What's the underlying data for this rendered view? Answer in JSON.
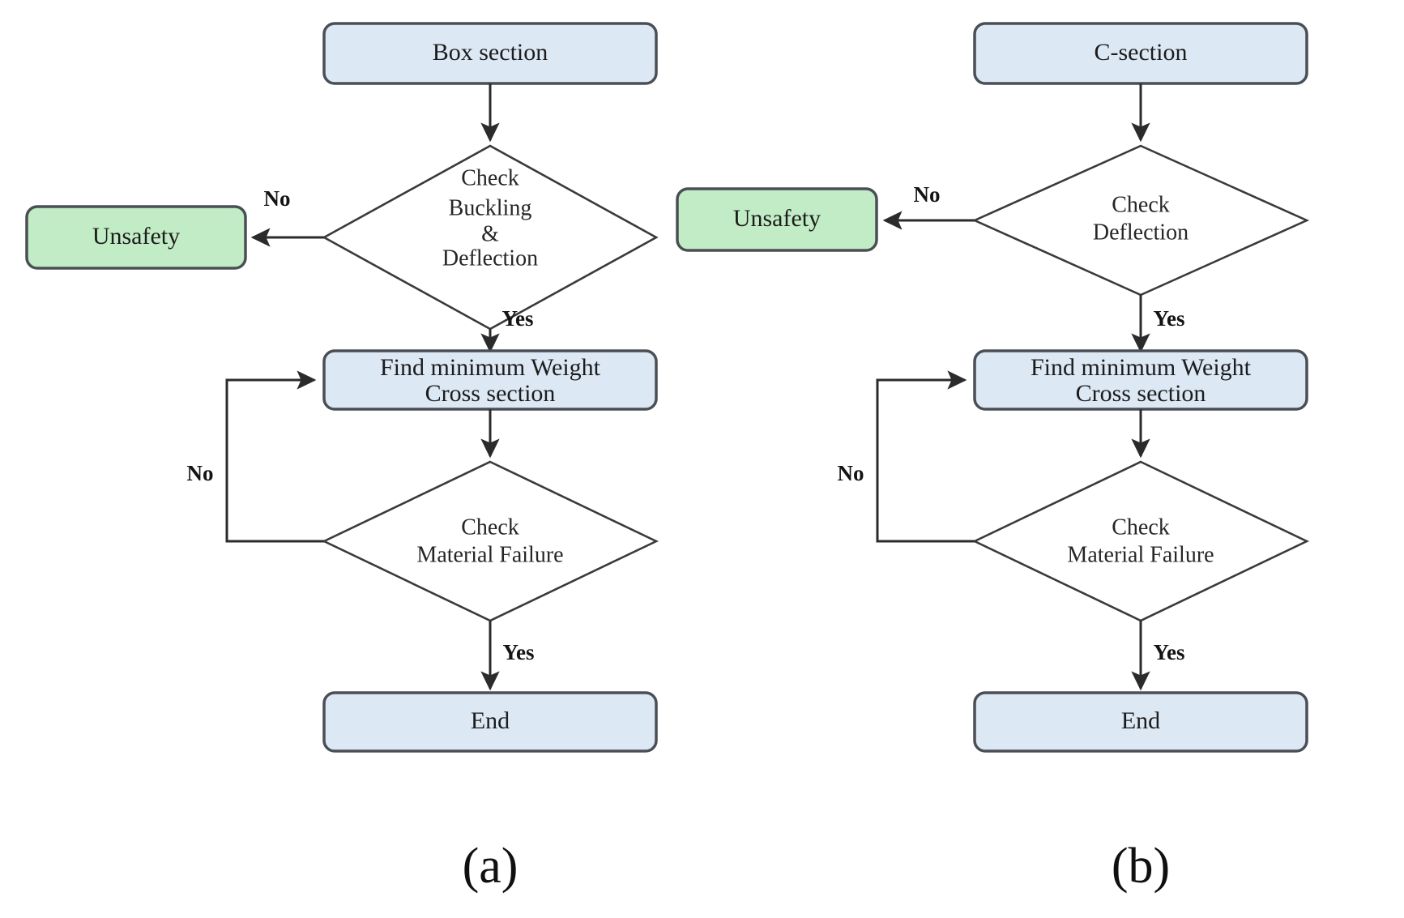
{
  "figure": {
    "type": "flowchart",
    "background_color": "#ffffff",
    "process_fill": "#dde8f5",
    "terminal_fill": "#c2ecc5",
    "decision_fill": "#ffffff",
    "line_color": "#2b2b2b"
  },
  "panels": [
    {
      "id": "a",
      "caption": "(a)",
      "nodes": {
        "start": "Box section",
        "decision1_line1": "Check",
        "decision1_line2": "Buckling",
        "decision1_line3": "&",
        "decision1_line4": "Deflection",
        "unsafety": "Unsafety",
        "optimize_line1": "Find minimum Weight",
        "optimize_line2": "Cross section",
        "decision2_line1": "Check",
        "decision2_line2": "Material Failure",
        "end": "End"
      },
      "edges": {
        "d1_no": "No",
        "d1_yes": "Yes",
        "d2_no": "No",
        "d2_yes": "Yes"
      }
    },
    {
      "id": "b",
      "caption": "(b)",
      "nodes": {
        "start": "C-section",
        "decision1_line1": "Check",
        "decision1_line2": "Deflection",
        "decision1_line3": "",
        "decision1_line4": "",
        "unsafety": "Unsafety",
        "optimize_line1": "Find minimum Weight",
        "optimize_line2": "Cross section",
        "decision2_line1": "Check",
        "decision2_line2": "Material Failure",
        "end": "End"
      },
      "edges": {
        "d1_no": "No",
        "d1_yes": "Yes",
        "d2_no": "No",
        "d2_yes": "Yes"
      }
    }
  ]
}
